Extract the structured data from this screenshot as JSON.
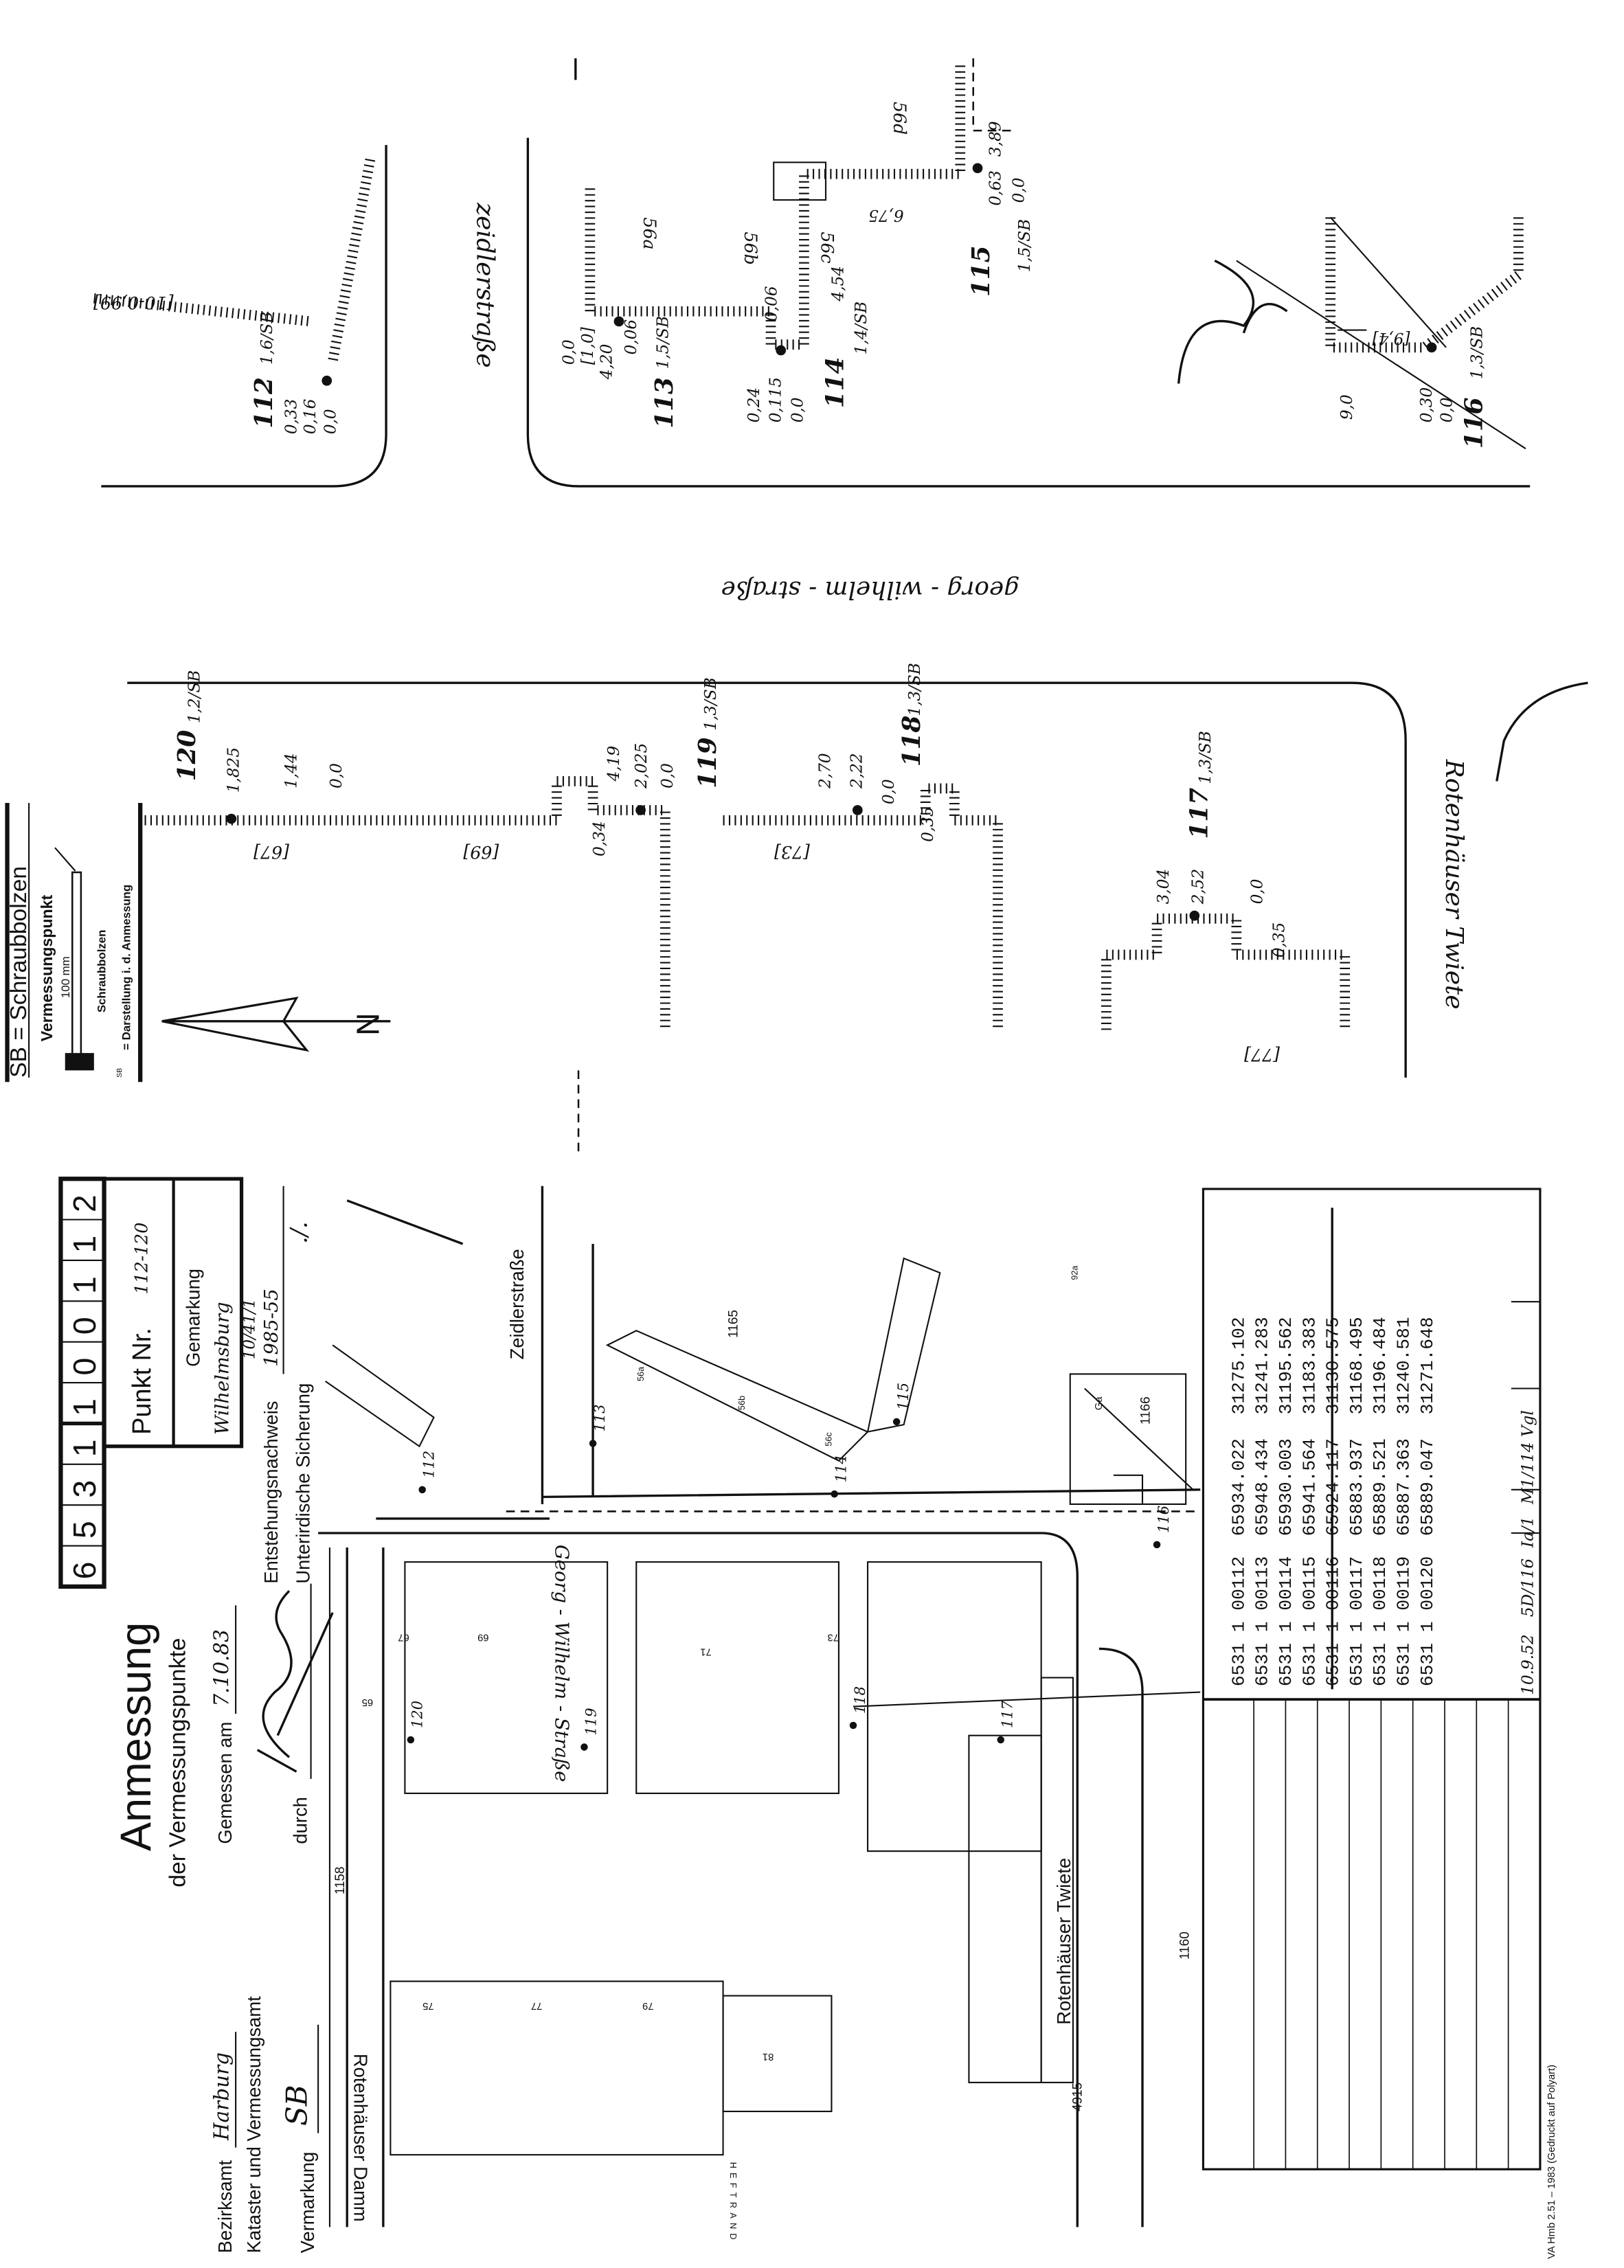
{
  "legend": {
    "title": "SB = Schraubbolzen",
    "point_label": "Vermessungspunkt",
    "length_label": "100 mm",
    "bolt_label": "Schraubbolzen",
    "symbol_note": "= Darstellung i. d. Anmessung",
    "symbol_abbr": "SB"
  },
  "north_arrow": {
    "label": "N"
  },
  "sketch_top": {
    "street_zeidler": "zeidlerstraße",
    "street_georg": "georg - wilhelm - straße",
    "street_twiete": "Rotenhäuser Twiete",
    "points": [
      {
        "id": "112",
        "mark": "1,6/SB",
        "meas": [
          "0,33",
          "0,16",
          "0,0"
        ],
        "ref": "[10-0,99]"
      },
      {
        "id": "113",
        "mark": "1,5/SB",
        "meas": [
          "0,0",
          "[1,0]",
          "4,20",
          "0,06"
        ]
      },
      {
        "id": "114",
        "mark": "1,4/SB",
        "meas": [
          "0,24",
          "0,115",
          "0,0",
          "0,06",
          "4,54"
        ]
      },
      {
        "id": "115",
        "mark": "1,5/SB",
        "meas": [
          "3,89",
          "0,63",
          "0,0",
          "6,75"
        ]
      },
      {
        "id": "116",
        "mark": "1,3/SB",
        "meas": [
          "9,0",
          "0,30",
          "0,0",
          "[9,4]"
        ]
      }
    ],
    "buildings": [
      "56a",
      "56b",
      "56c",
      "56d"
    ]
  },
  "sketch_bottom": {
    "points": [
      {
        "id": "120",
        "mark": "1,2/SB",
        "meas": [
          "1,825",
          "1,44",
          "0,0"
        ]
      },
      {
        "id": "119",
        "mark": "1,3/SB",
        "meas": [
          "4,19",
          "2,025",
          "0,0",
          "0,34"
        ]
      },
      {
        "id": "118",
        "mark": "1,3/SB",
        "meas": [
          "2,70",
          "2,22",
          "0,0",
          "0,35"
        ]
      },
      {
        "id": "117",
        "mark": "1,3/SB",
        "meas": [
          "3,04",
          "2,52",
          "0,0",
          "0,35"
        ]
      }
    ],
    "house_numbers": [
      "[67]",
      "[69]",
      "[73]",
      "[77]"
    ]
  },
  "header": {
    "number_digits": [
      "6",
      "5",
      "3",
      "1",
      "1",
      "0",
      "0",
      "1",
      "1",
      "2"
    ],
    "punkt_label": "Punkt Nr.",
    "punkt_value": "112-120",
    "gemarkung_label": "Gemarkung",
    "gemarkung_value": "Wilhelmsburg",
    "title": "Anmessung",
    "subtitle": "der Vermessungspunkte",
    "bezirksamt_label": "Bezirksamt",
    "bezirksamt_value": "Harburg",
    "amt_label": "Kataster und Vermessungsamt",
    "vermarkung_label": "Vermarkung",
    "vermarkung_value": "SB",
    "gemessen_label": "Gemessen am",
    "gemessen_value": "7.10.83",
    "durch_label": "durch",
    "entstehung_label": "Entstehungsnachweis",
    "entstehung_value": "1985-55",
    "entstehung_extra": "10/41/1",
    "sicherung_label": "Unterirdische Sicherung",
    "sicherung_value": "./."
  },
  "map": {
    "streets": {
      "zeidler": "Zeidlerstraße",
      "georg": "Georg - Wilhelm - Straße",
      "twiete": "Rotenhäuser Twiete",
      "damm": "Rotenhäuser Damm"
    },
    "parcels": [
      "1158",
      "1165",
      "1166",
      "1160",
      "4915"
    ],
    "house_numbers": [
      "65",
      "67",
      "69",
      "71",
      "73",
      "75",
      "77",
      "79",
      "81",
      "56a",
      "56b",
      "56c",
      "92a",
      "Ga"
    ],
    "point_labels": [
      "112",
      "113",
      "114",
      "115",
      "116",
      "117",
      "118",
      "119",
      "120"
    ],
    "margin_label": "HEFTRAND"
  },
  "table": {
    "rows": [
      {
        "id": "6531 1 00112",
        "y": "65934.022",
        "x": "31275.102",
        "struck": false
      },
      {
        "id": "6531 1 00113",
        "y": "65948.434",
        "x": "31241.283",
        "struck": false
      },
      {
        "id": "6531 1 00114",
        "y": "65930.003",
        "x": "31195.562",
        "struck": false
      },
      {
        "id": "6531 1 00115",
        "y": "65941.564",
        "x": "31183.383",
        "struck": false
      },
      {
        "id": "6531 1 00116",
        "y": "65924.117",
        "x": "31130.575",
        "struck": true
      },
      {
        "id": "6531 1 00117",
        "y": "65883.937",
        "x": "31168.495",
        "struck": false
      },
      {
        "id": "6531 1 00118",
        "y": "65889.521",
        "x": "31196.484",
        "struck": false
      },
      {
        "id": "6531 1 00119",
        "y": "65887.363",
        "x": "31240.581",
        "struck": false
      },
      {
        "id": "6531 1 00120",
        "y": "65889.047",
        "x": "31271.648",
        "struck": false
      }
    ],
    "notes": [
      "10.9.52",
      "5D/116",
      "Ia/1",
      "M1/114 Vgl"
    ]
  },
  "footer": {
    "print_note": "VA Hmb 2.51 – 1983 (Gedruckt auf Polyart)"
  }
}
